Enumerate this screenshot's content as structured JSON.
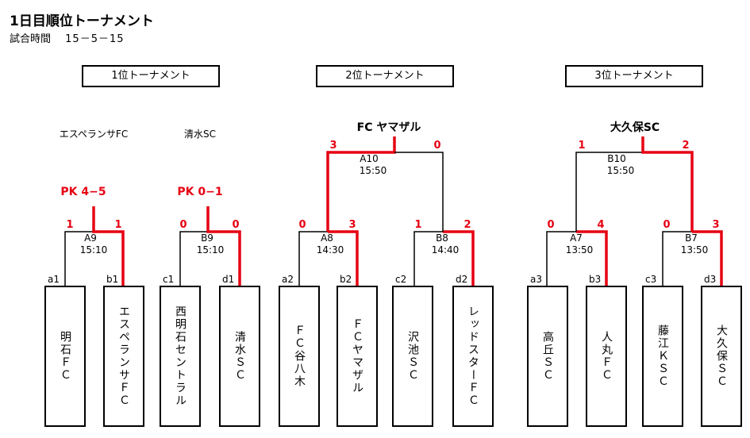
{
  "title": "1日目順位トーナメント",
  "subtitle": {
    "label": "試合時間",
    "time": "15－5－15"
  },
  "headers": [
    "1位トーナメント",
    "2位トーナメント",
    "3位トーナメント"
  ],
  "tournament1": {
    "left": {
      "team": "エスペランサFC",
      "pk": "PK  4−5",
      "match": "A9",
      "time": "15:10",
      "s1": "1",
      "s2": "1"
    },
    "right": {
      "team": "清水SC",
      "pk": "PK  0−1",
      "match": "B9",
      "time": "15:10",
      "s1": "0",
      "s2": "0"
    }
  },
  "tournament2": {
    "winner": "FC  ヤマザル",
    "final": {
      "match": "A10",
      "time": "15:50",
      "s1": "3",
      "s2": "0"
    },
    "left": {
      "match": "A8",
      "time": "14:30",
      "s1": "0",
      "s2": "3"
    },
    "right": {
      "match": "B8",
      "time": "14:40",
      "s1": "1",
      "s2": "2"
    }
  },
  "tournament3": {
    "winner": "大久保SC",
    "final": {
      "match": "B10",
      "time": "15:50",
      "s1": "1",
      "s2": "2"
    },
    "left": {
      "match": "A7",
      "time": "13:50",
      "s1": "0",
      "s2": "4"
    },
    "right": {
      "match": "B7",
      "time": "13:50",
      "s1": "0",
      "s2": "3"
    }
  },
  "teams": [
    {
      "slot": "a1",
      "name": "明石ＦＣ"
    },
    {
      "slot": "b1",
      "name": "エスペランサＦＣ"
    },
    {
      "slot": "c1",
      "name": "西明石セントラル"
    },
    {
      "slot": "d1",
      "name": "清水ＳＣ"
    },
    {
      "slot": "a2",
      "name": "ＦＣ谷八木"
    },
    {
      "slot": "b2",
      "name": "ＦＣヤマザル"
    },
    {
      "slot": "c2",
      "name": "沢池ＳＣ"
    },
    {
      "slot": "d2",
      "name": "レッドスターＦＣ"
    },
    {
      "slot": "a3",
      "name": "高丘ＳＣ"
    },
    {
      "slot": "b3",
      "name": "人丸ＦＣ"
    },
    {
      "slot": "c3",
      "name": "藤江ＫＳＣ"
    },
    {
      "slot": "d3",
      "name": "大久保ＳＣ"
    }
  ],
  "colors": {
    "winner_line": "#e60012",
    "line": "#000000"
  }
}
